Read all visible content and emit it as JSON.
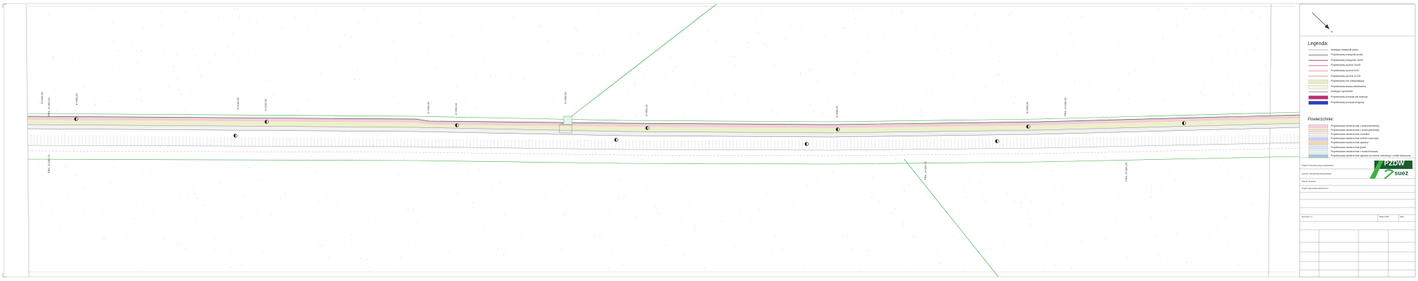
{
  "legend": {
    "title": "Legenda:",
    "items": [
      {
        "label": "Istniejący krawężnik jezdni",
        "color": "#9a9a9a",
        "kind": "line"
      },
      {
        "label": "Projektowany krawężnik jezdni",
        "color": "#555555",
        "kind": "line"
      },
      {
        "label": "Projektowany krawężnik 15x30",
        "color": "#c02040",
        "kind": "line"
      },
      {
        "label": "Projektowany oporník 15x30",
        "color": "#d85080",
        "kind": "line"
      },
      {
        "label": "Projektowany oporník 8x30",
        "color": "#e070a0",
        "kind": "line"
      },
      {
        "label": "Projektowany oporník 12x25",
        "color": "#b08060",
        "kind": "line"
      },
      {
        "label": "Projektowany rów odwadniający",
        "color": "#e8eec8",
        "kind": "swatch"
      },
      {
        "label": "Projektowana skarpa asfaltowana",
        "color": "#f4f4e0",
        "kind": "swatch"
      },
      {
        "label": "Istniejące ogrodzenie",
        "color": "#888888",
        "kind": "line"
      },
      {
        "label": "Projektowany przepust dla zwierząt",
        "color": "#c03070",
        "kind": "swatch"
      },
      {
        "label": "Projektowany przepust drogowy",
        "color": "#3040c0",
        "kind": "swatch"
      }
    ]
  },
  "surfaces": {
    "title": "Powierzchnie:",
    "items": [
      {
        "label": "Projektowana nawierzchnia z kostki kamiennej",
        "color": "#f6d0d8"
      },
      {
        "label": "Projektowana nawierzchnia z kostki granitowej",
        "color": "#f6e0c8"
      },
      {
        "label": "Projektowana nawierzchnia chodnika",
        "color": "#f0f0f0"
      },
      {
        "label": "Projektowana nawierzchnia ścieżki rowerowej",
        "color": "#ccd0ee"
      },
      {
        "label": "Projektowana nawierzchnia zjazdów",
        "color": "#f4d8b0"
      },
      {
        "label": "Projektowana nawierzchnia jezdni",
        "color": "#dde6f6"
      },
      {
        "label": "Projektowana nawierzchnia z kostki brukowej",
        "color": "#e8f4f4"
      },
      {
        "label": "Projektowana nawierzchnia zjazdów na terenie zabudowy z kostki betonowej",
        "color": "#a8c8d8"
      }
    ]
  },
  "title_block": {
    "row1": "Projekt: Rozbudowa drogi wojewódzkiej",
    "row2": "Inwestor: Zarząd Dróg Wojewódzkich",
    "row3": "Branża: Drogowa",
    "row4": "Projekt zagospodarowania terenu",
    "row5": "Rysunek nr 1",
    "row6": "Skala 1:500",
    "row7": "Data",
    "logo_brand": "PZDW",
    "logo_partner": "suez"
  },
  "drawing": {
    "stations": [
      "0+050,00",
      "0+060,00",
      "0+100,00",
      "0+150,00",
      "0+200,00",
      "0+250,00",
      "0+300,00",
      "0+350,00",
      "0+400,00",
      "0+450,00"
    ],
    "labels": [
      "PEK. 0+450,15",
      "PEK. 0+182,71",
      "PEK. 0+160,72",
      "PEK. 0+183,23",
      "PEK. 0+108,03"
    ]
  },
  "colors": {
    "edge_green": "#3fb04a",
    "kerb": "#555555",
    "surface_pink": "#f2cfd8",
    "surface_yellow": "#eef0cc",
    "frame": "#888888"
  }
}
